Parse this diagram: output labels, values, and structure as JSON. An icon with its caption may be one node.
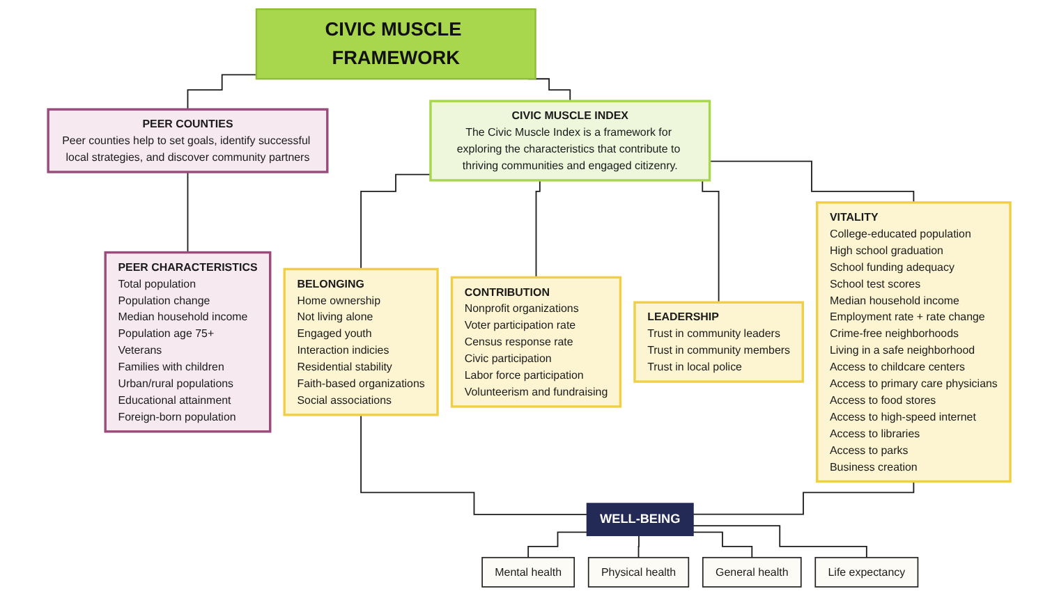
{
  "diagram": {
    "nodes": [
      {
        "text": [
          "CIVIC MUSCLE FRAMEWORK"
        ]
      },
      {
        "text": [
          "PEER COUNTIES",
          "Peer counties help to set goals, identify successful local strategies, and discover community partners"
        ]
      },
      {
        "text": [
          "CIVIC MUSCLE INDEX",
          "The Civic Muscle Index is a framework for exploring the characteristics that contribute to thriving communities and engaged citizenry."
        ]
      },
      {
        "text": [
          "PEER CHARACTERISTICS",
          "Total population",
          "Population change",
          "Median household income",
          "Population age 75+",
          "Veterans",
          "Families with children",
          "Urban/rural populations",
          "Educational attainment",
          "Foreign-born population"
        ]
      },
      {
        "text": [
          "BELONGING",
          "Home ownership",
          "Not living alone",
          "Engaged youth",
          "Interaction indicies",
          "Residential stability",
          "Faith-based organizations",
          "Social associations"
        ]
      },
      {
        "text": [
          "CONTRIBUTION",
          "Nonprofit organizations",
          "Voter participation rate",
          "Census response rate",
          "Civic participation",
          "Labor force participation",
          "Volunteerism and fundraising"
        ]
      },
      {
        "text": [
          "LEADERSHIP",
          "Trust in community leaders",
          "Trust in community members",
          "Trust in local police"
        ]
      },
      {
        "text": [
          "VITALITY",
          "College-educated population",
          "High school graduation",
          "School funding adequacy",
          "School test scores",
          "Median household income",
          "Employment rate + rate change",
          "Crime-free neighborhoods",
          "Living in a safe neighborhood",
          "Access to childcare centers",
          "Access to primary care physicians",
          "Access to food stores",
          "Access to high-speed internet",
          "Access to libraries",
          "Access to parks",
          "Business creation"
        ]
      },
      {
        "text": [
          "WELL-BEING"
        ]
      },
      {
        "text": [
          "Mental health"
        ]
      },
      {
        "text": [
          "Physical health"
        ]
      },
      {
        "text": [
          "General health"
        ]
      },
      {
        "text": [
          "Life expectancy"
        ]
      }
    ],
    "edges": [
      {
        "from": 0,
        "to": 1,
        "arrow": "none"
      },
      {
        "from": 0,
        "to": 2,
        "arrow": "none"
      },
      {
        "from": 1,
        "to": 3,
        "arrow": "none"
      },
      {
        "from": 2,
        "to": 4,
        "arrow": "none"
      },
      {
        "from": 2,
        "to": 5,
        "arrow": "none"
      },
      {
        "from": 2,
        "to": 6,
        "arrow": "none"
      },
      {
        "from": 2,
        "to": 7,
        "arrow": "none"
      },
      {
        "from": 4,
        "to": 8,
        "arrow": "none"
      },
      {
        "from": 7,
        "to": 8,
        "arrow": "none"
      },
      {
        "from": 8,
        "to": 9,
        "arrow": "none"
      },
      {
        "from": 8,
        "to": 10,
        "arrow": "none"
      },
      {
        "from": 8,
        "to": 11,
        "arrow": "none"
      },
      {
        "from": 8,
        "to": 12,
        "arrow": "none"
      }
    ]
  }
}
